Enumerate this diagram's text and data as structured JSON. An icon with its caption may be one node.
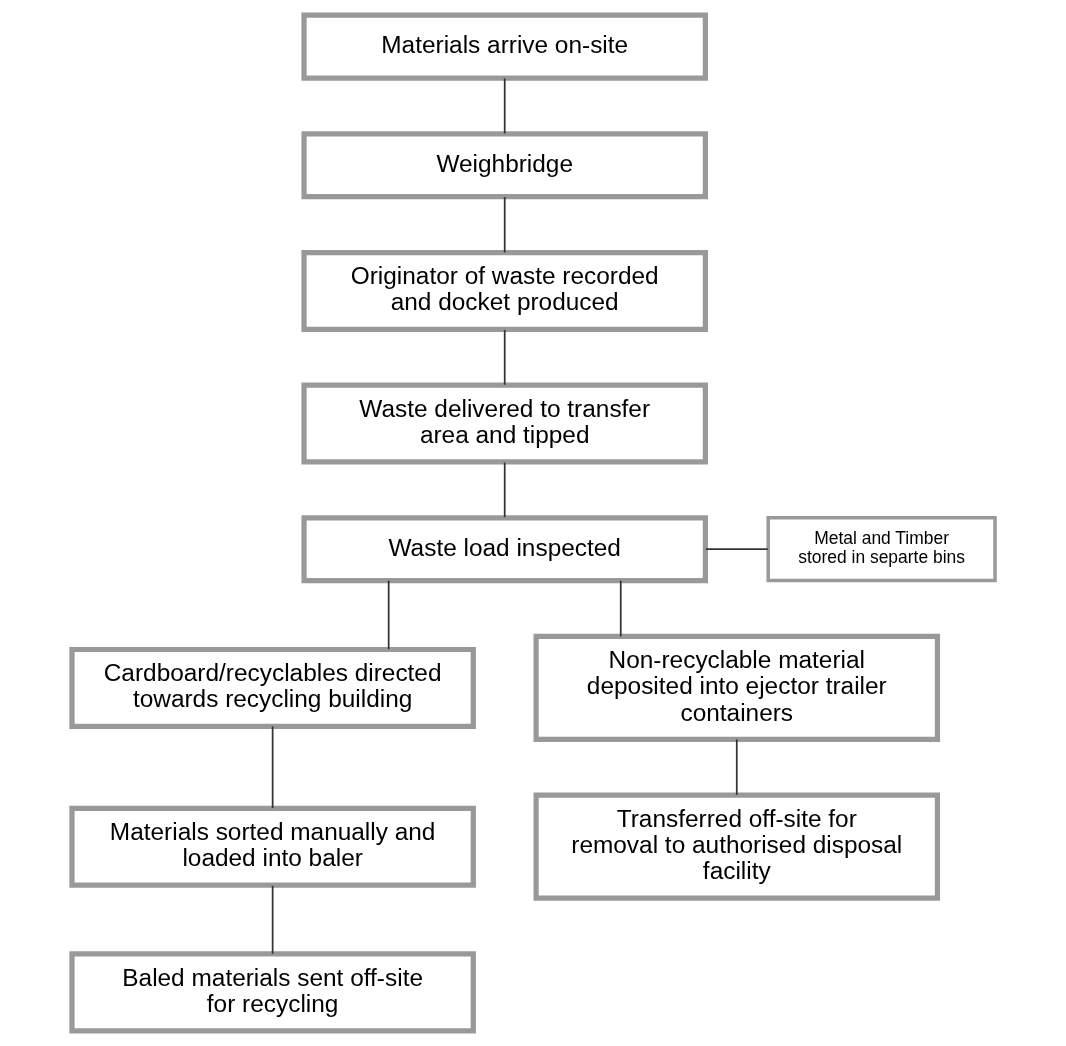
{
  "diagram": {
    "nodes": [
      {
        "text": [
          "Materials arrive on-site"
        ]
      },
      {
        "text": [
          "Weighbridge"
        ]
      },
      {
        "text": [
          "Originator of waste recorded and docket produced"
        ]
      },
      {
        "text": [
          "Waste delivered to transfer area and tipped"
        ]
      },
      {
        "text": [
          "Waste load inspected"
        ]
      },
      {
        "text": [
          "Metal and Timber stored in separte bins"
        ]
      },
      {
        "text": [
          "Cardboard/recyclables directed towards recycling building"
        ]
      },
      {
        "text": [
          "Non-recyclable material deposited into ejector trailer containers"
        ]
      },
      {
        "text": [
          "Materials sorted manually and loaded into baler"
        ]
      },
      {
        "text": [
          "Transferred off-site for removal to authorised disposal facility"
        ]
      },
      {
        "text": [
          "Baled materials sent off-site for recycling"
        ]
      }
    ],
    "edges": [
      {
        "from": 0,
        "to": 1,
        "arrow": "none"
      },
      {
        "from": 1,
        "to": 2,
        "arrow": "none"
      },
      {
        "from": 2,
        "to": 3,
        "arrow": "none"
      },
      {
        "from": 3,
        "to": 4,
        "arrow": "none"
      },
      {
        "from": 4,
        "to": 5,
        "arrow": "none"
      },
      {
        "from": 4,
        "to": 6,
        "arrow": "none"
      },
      {
        "from": 4,
        "to": 7,
        "arrow": "none"
      },
      {
        "from": 6,
        "to": 8,
        "arrow": "none"
      },
      {
        "from": 7,
        "to": 9,
        "arrow": "none"
      },
      {
        "from": 8,
        "to": 10,
        "arrow": "none"
      }
    ]
  }
}
